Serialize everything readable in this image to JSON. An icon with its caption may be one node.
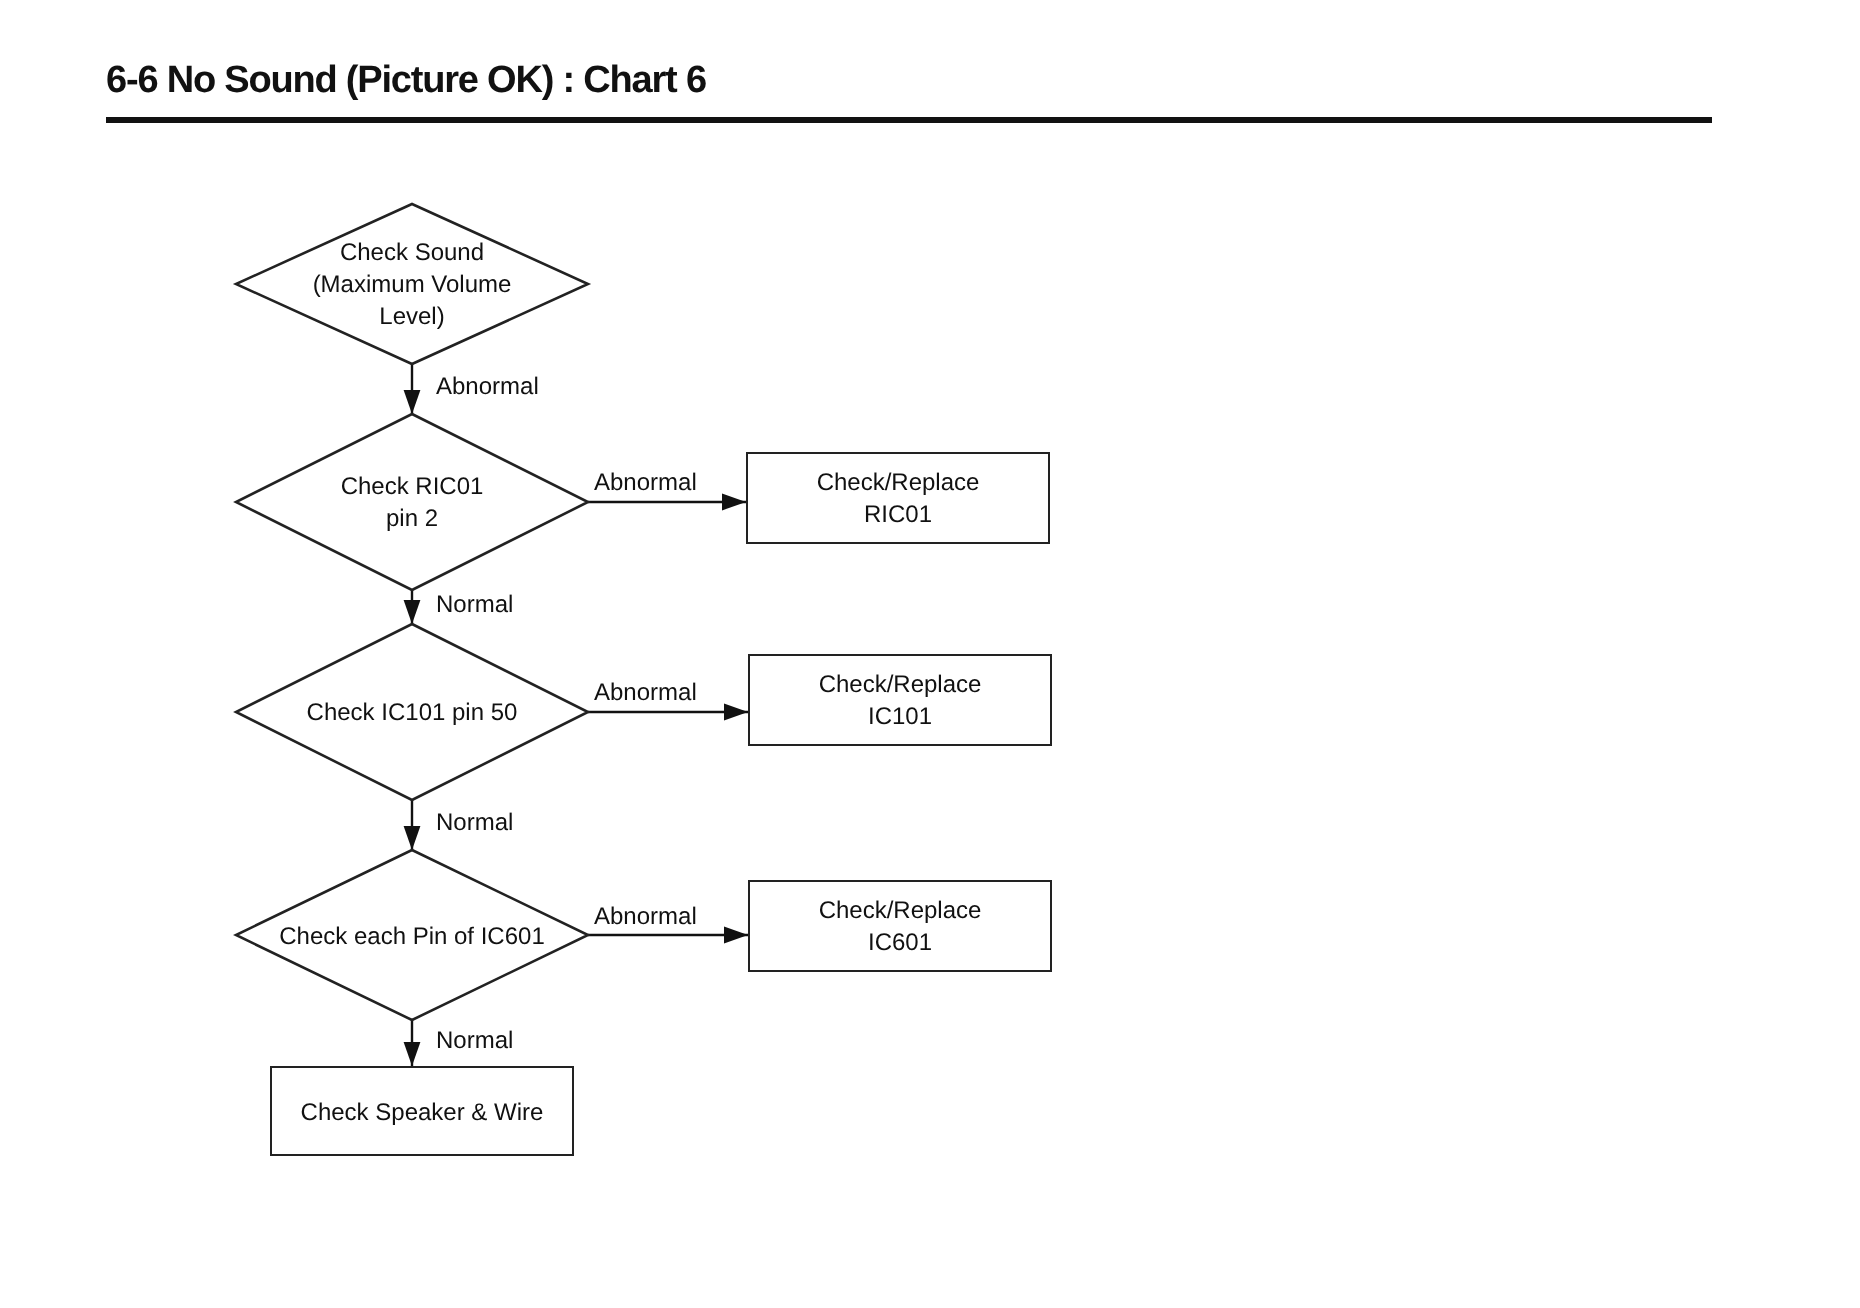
{
  "diagram": {
    "title": "6-6 No Sound (Picture OK) : Chart 6",
    "nodes": [
      {
        "text": [
          "Check Sound (Maximum Volume Level)"
        ]
      },
      {
        "text": [
          "Check RIC01 pin 2"
        ]
      },
      {
        "text": [
          "Check/Replace RIC01"
        ]
      },
      {
        "text": [
          "Check IC101 pin 50"
        ]
      },
      {
        "text": [
          "Check/Replace IC101"
        ]
      },
      {
        "text": [
          "Check each Pin of IC601"
        ]
      },
      {
        "text": [
          "Check/Replace IC601"
        ]
      },
      {
        "text": [
          "Check Speaker & Wire"
        ]
      }
    ],
    "edges": [
      {
        "from": 0,
        "to": 1,
        "arrow": "to",
        "label": "Abnormal"
      },
      {
        "from": 1,
        "to": 2,
        "arrow": "to",
        "label": "Abnormal"
      },
      {
        "from": 1,
        "to": 3,
        "arrow": "to",
        "label": "Normal"
      },
      {
        "from": 3,
        "to": 4,
        "arrow": "to",
        "label": "Abnormal"
      },
      {
        "from": 3,
        "to": 5,
        "arrow": "to",
        "label": "Normal"
      },
      {
        "from": 5,
        "to": 6,
        "arrow": "to",
        "label": "Abnormal"
      },
      {
        "from": 5,
        "to": 7,
        "arrow": "to",
        "label": "Normal"
      }
    ]
  }
}
